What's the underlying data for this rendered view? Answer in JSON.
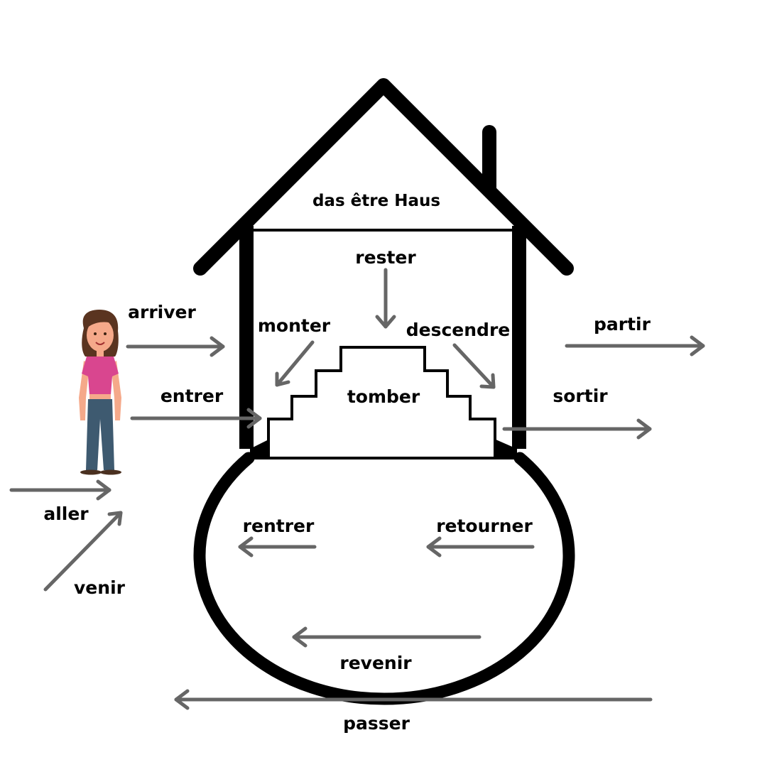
{
  "title": "das être Haus",
  "colors": {
    "house_outline": "#000000",
    "arrow": "#666666",
    "background": "#ffffff",
    "shirt": "#d9468f",
    "jeans": "#3e5a70",
    "skin": "#f5a98a",
    "hair": "#5a3420"
  },
  "icons": [
    "woman-figure-icon"
  ],
  "verbs": {
    "rester": "rester",
    "monter": "monter",
    "descendre": "descendre",
    "tomber": "tomber",
    "arriver": "arriver",
    "entrer": "entrer",
    "partir": "partir",
    "sortir": "sortir",
    "aller": "aller",
    "venir": "venir",
    "rentrer": "rentrer",
    "retourner": "retourner",
    "revenir": "revenir",
    "passer": "passer"
  }
}
